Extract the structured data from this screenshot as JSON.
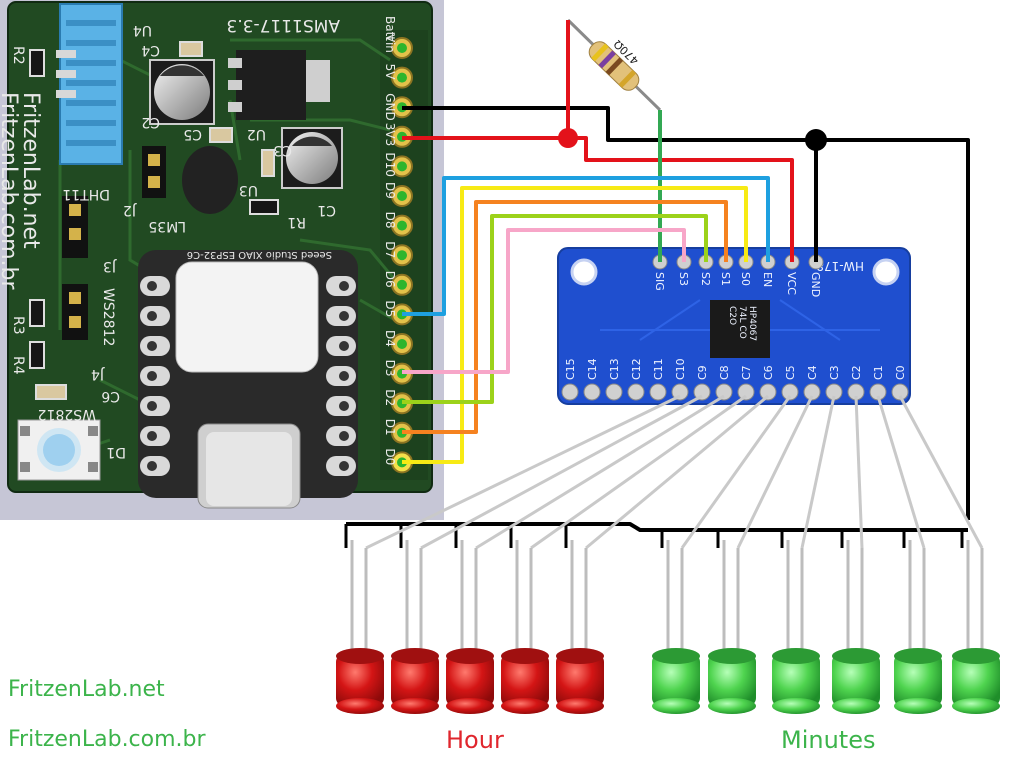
{
  "pcb": {
    "module_name": "AMS1117-3.3",
    "pin_labels": [
      "Batt",
      "Vin",
      "5V",
      "GND",
      "3V3",
      "D10",
      "D9",
      "D8",
      "D7",
      "D6",
      "D5",
      "D4",
      "D3",
      "D2",
      "D1",
      "D0"
    ],
    "brand_1": "FritzenLab.net",
    "brand_2": "FritzenLab.com.br",
    "refs": {
      "u4": "U4",
      "c4": "C4",
      "c2": "C2",
      "c5": "C5",
      "u2": "U2",
      "c3": "C3",
      "c1": "C1",
      "r1": "R1",
      "u3": "U3",
      "lm35": "LM35",
      "j2": "J2",
      "dht11": "DHT11",
      "j3": "J3",
      "r2": "R2",
      "r3": "R3",
      "r4": "R4",
      "ws_top": "WS2812",
      "j4": "J4",
      "c6": "C6",
      "ws_bot": "WS2812",
      "d1": "D1"
    },
    "xiao_label": "Seeed Studio XIAO ESP32-C6"
  },
  "resistor": {
    "label": "470Ω"
  },
  "mux": {
    "name": "HW-178",
    "top_pins": [
      "SIG",
      "S3",
      "S2",
      "S1",
      "S0",
      "EN",
      "VCC",
      "GND"
    ],
    "bottom_pins": [
      "C15",
      "C14",
      "C13",
      "C12",
      "C11",
      "C10",
      "C9",
      "C8",
      "C7",
      "C6",
      "C5",
      "C4",
      "C3",
      "C2",
      "C1",
      "C0"
    ],
    "chip_lines": [
      "HP4067",
      "74L CO",
      "C2O"
    ]
  },
  "leds": {
    "hour_count": 5,
    "minute_count": 6,
    "hour_label": "Hour",
    "minutes_label": "Minutes",
    "hour_color": "#d81e1e",
    "minute_color": "#3ec94a"
  },
  "wire_colors": {
    "red": "#e3121a",
    "black": "#000000",
    "blue": "#1ea0e0",
    "yellow": "#f7ea15",
    "orange": "#f58220",
    "green_lime": "#9cd21a",
    "pink": "#f7a6c8",
    "gray": "#c9c9c9"
  },
  "footer": {
    "line_1": "FritzenLab.net",
    "line_2": "FritzenLab.com.br",
    "text_color": "#3cb44b",
    "hour_color": "#e0262d",
    "minutes_color": "#3cb44b"
  }
}
